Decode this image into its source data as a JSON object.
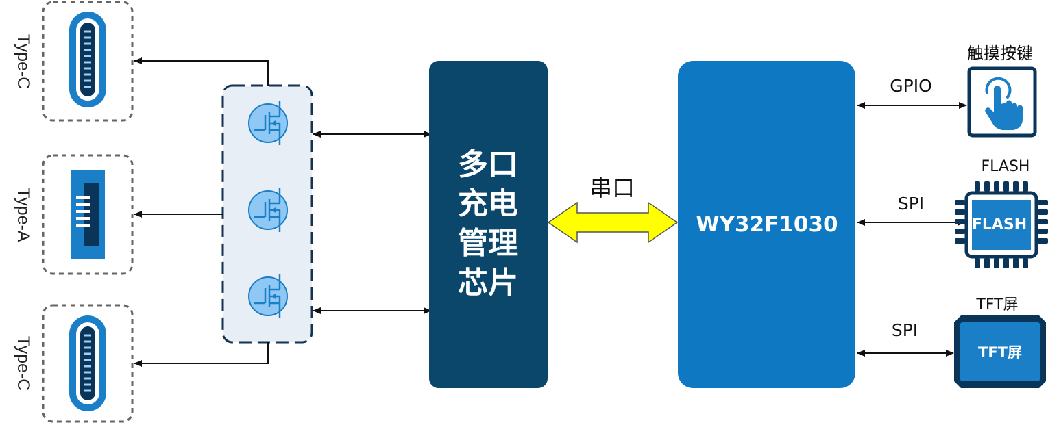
{
  "colors": {
    "charger_chip": "#0b466b",
    "mcu_block": "#0e79c2",
    "accent_blue": "#1a7fc6",
    "panel_fill": "#e8eef6",
    "uart_arrow": "#ffff00",
    "dashed_border": "#666666"
  },
  "ports": [
    {
      "label": "Type-C",
      "type": "usb-c"
    },
    {
      "label": "Type-A",
      "type": "usb-a"
    },
    {
      "label": "Type-C",
      "type": "usb-c"
    }
  ],
  "charger_chip": {
    "lines": [
      "多口",
      "充电",
      "管理",
      "芯片"
    ]
  },
  "uart_link": {
    "label": "串口"
  },
  "mcu": {
    "label": "WY32F1030"
  },
  "peripherals": {
    "touch": {
      "title": "触摸按键",
      "bus": "GPIO"
    },
    "flash": {
      "title": "FLASH",
      "chip_text": "FLASH",
      "bus": "SPI"
    },
    "tft": {
      "title": "TFT屏",
      "screen_text": "TFT屏",
      "bus": "SPI"
    }
  }
}
